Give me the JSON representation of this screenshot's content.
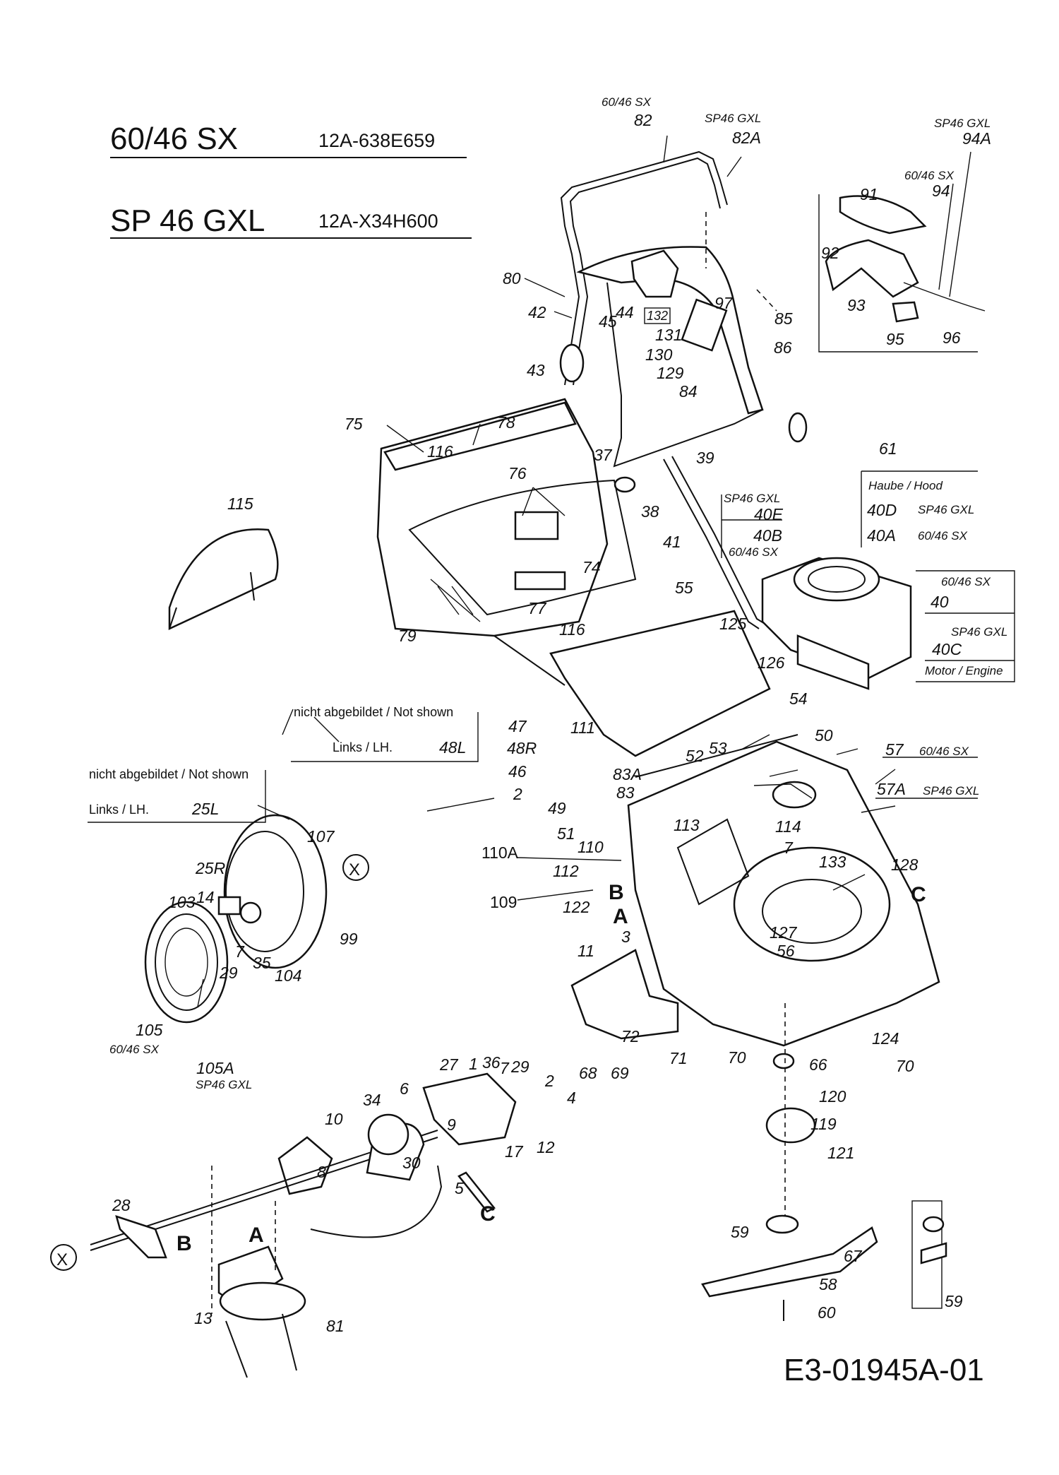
{
  "header": {
    "model_1": "60/46 SX",
    "code_1": "12A-638E659",
    "model_2": "SP 46 GXL",
    "code_2": "12A-X34H600"
  },
  "footer": {
    "drawing_no": "E3-01945A-01"
  },
  "notes": {
    "not_shown_1": "nicht abgebildet / Not shown",
    "lh_1": "Links / LH.",
    "part_1": "48L",
    "not_shown_2": "nicht abgebildet / Not shown",
    "lh_2": "Links / LH.",
    "part_2": "25L",
    "hood_title": "Haube / Hood",
    "hood_40d": "40D",
    "hood_40d_model": "SP46 GXL",
    "hood_40a": "40A",
    "hood_40a_model": "60/46 SX",
    "engine_model_1": "60/46 SX",
    "engine_part_1": "40",
    "engine_model_2": "SP46 GXL",
    "engine_part_2": "40C",
    "engine_title": "Motor / Engine",
    "p57_model": "60/46 SX",
    "p57a_model": "SP46 GXL",
    "p40e_model": "SP46 GXL",
    "p40b_model": "60/46 SX",
    "p82_model": "60/46 SX",
    "p82a_model": "SP46 GXL",
    "p94a_model": "SP46 GXL",
    "p94_model": "60/46 SX",
    "p105_model": "60/46 SX",
    "p105a_model": "SP46 GXL"
  },
  "markers": {
    "a": "A",
    "b": "B",
    "c": "C",
    "x": "X"
  },
  "parts": {
    "p82": "82",
    "p82a": "82A",
    "p94a": "94A",
    "p94": "94",
    "p91": "91",
    "p92": "92",
    "p93": "93",
    "p95": "95",
    "p96": "96",
    "p80": "80",
    "p42": "42",
    "p45": "45",
    "p44": "44",
    "p43": "43",
    "p132": "132",
    "p97": "97",
    "p85": "85",
    "p131": "131",
    "p130": "130",
    "p129": "129",
    "p86": "86",
    "p84": "84",
    "p61": "61",
    "p75": "75",
    "p78": "78",
    "p116a": "116",
    "p37": "37",
    "p39": "39",
    "p38": "38",
    "p76": "76",
    "p115": "115",
    "p74": "74",
    "p41": "41",
    "p40e": "40E",
    "p40b": "40B",
    "p55": "55",
    "p77": "77",
    "p116b": "116",
    "p79": "79",
    "p125": "125",
    "p126": "126",
    "p54": "54",
    "p47": "47",
    "p111": "111",
    "p48r": "48R",
    "p53": "53",
    "p50": "50",
    "p52": "52",
    "p46": "46",
    "p83a": "83A",
    "p83": "83",
    "p57": "57",
    "p57a": "57A",
    "p2a": "2",
    "p49": "49",
    "p51": "51",
    "p113": "113",
    "p114": "114",
    "p107": "107",
    "p110": "110",
    "p110a": "110A",
    "p7a": "7",
    "p133": "133",
    "p128": "128",
    "p25r": "25R",
    "p112": "112",
    "p103": "103",
    "p14": "14",
    "p109": "109",
    "p122": "122",
    "p127": "127",
    "p3": "3",
    "p56": "56",
    "p99": "99",
    "p11": "11",
    "p7b": "7",
    "p35": "35",
    "p29a": "29",
    "p104": "104",
    "p105": "105",
    "p72": "72",
    "p124": "124",
    "p68": "68",
    "p69": "69",
    "p71": "71",
    "p70a": "70",
    "p66": "66",
    "p70b": "70",
    "p105a": "105A",
    "p27": "27",
    "p1": "1",
    "p36": "36",
    "p7c": "7",
    "p29b": "29",
    "p120": "120",
    "p6": "6",
    "p34": "34",
    "p2b": "2",
    "p4": "4",
    "p10": "10",
    "p9": "9",
    "p119": "119",
    "p17": "17",
    "p12": "12",
    "p121": "121",
    "p30": "30",
    "p8": "8",
    "p5": "5",
    "p28": "28",
    "p59a": "59",
    "p67": "67",
    "p13": "13",
    "p81": "81",
    "p58": "58",
    "p60": "60",
    "p59b": "59"
  }
}
